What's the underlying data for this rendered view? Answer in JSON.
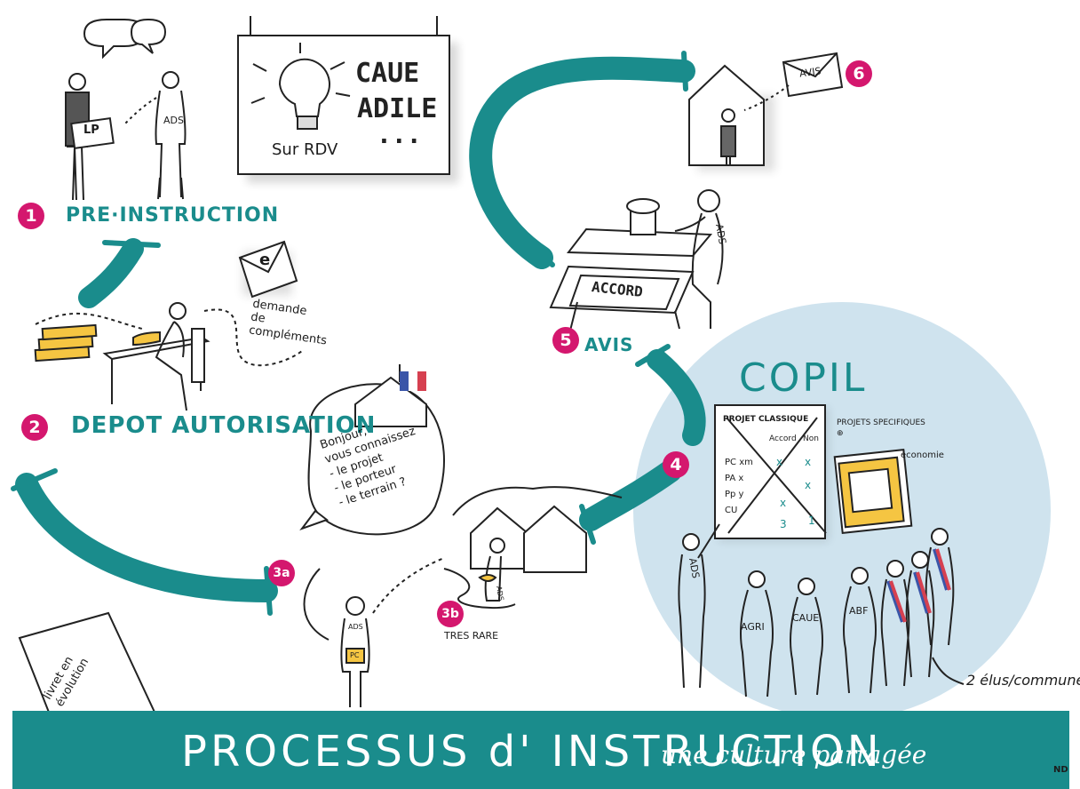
{
  "title": "PROCESSUS d' INSTRUCTION",
  "subtitle": "une culture partagée",
  "signature": "ND",
  "colors": {
    "teal": "#1a8c8c",
    "magenta": "#d4176e",
    "copil_bg": "#cfe3ee",
    "yellow": "#f5c542"
  },
  "sign_board": {
    "lines": [
      "CAUE",
      "ADILE",
      "..."
    ],
    "note": "Sur RDV",
    "icon": "lightbulb-icon"
  },
  "steps": [
    {
      "num": "1",
      "label": "PRE·INSTRUCTION"
    },
    {
      "num": "2",
      "label": "DEPOT AUTORISATION"
    },
    {
      "num": "3a",
      "label": ""
    },
    {
      "num": "3b",
      "label": "TRES RARE"
    },
    {
      "num": "4",
      "label": ""
    },
    {
      "num": "5",
      "label": "AVIS"
    },
    {
      "num": "6",
      "label": "AVIS"
    }
  ],
  "envelope_note": "demande de compléments",
  "envelope_symbol": "e",
  "speech_bubble": [
    "Bonjour,",
    "vous connaissez",
    "- le projet",
    "- le porteur",
    "- le terrain ?"
  ],
  "accord_label": "ACCORD",
  "copil": {
    "title": "COPIL",
    "board_title": "PROJET CLASSIQUE",
    "board_cols": [
      "Accord",
      "Non"
    ],
    "board_rows": [
      "PC xm",
      "PA x",
      "Pp y",
      "CU"
    ],
    "board_marks": [
      "x",
      "x",
      "x",
      "x",
      "3",
      "1"
    ],
    "side_title": "PROJETS SPECIFIQUES ⊕",
    "side_note": "économie",
    "people": [
      "ADS",
      "AGRI",
      "CAUE",
      "ABF"
    ],
    "note": "2 élus/commune"
  },
  "person_tags": {
    "ads": "ADS",
    "pc": "PC",
    "lp": "LP"
  },
  "booklet": "livret en évolution"
}
